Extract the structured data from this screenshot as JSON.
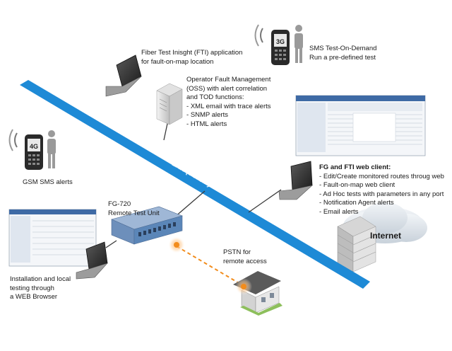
{
  "lan": {
    "label": "LAN (TCP/IP)"
  },
  "internet": {
    "label": "Internet"
  },
  "fti_app": {
    "lines": [
      "Fiber Test Inisght (FTI) application",
      "for fault-on-map location"
    ]
  },
  "sms_tod": {
    "lines": [
      "SMS Test-On-Demand",
      "Run a pre-defined test"
    ],
    "phone_badge": "3G"
  },
  "oss": {
    "title_lines": [
      "Operator Fault Management",
      "(OSS) with alert correlation",
      "and TOD functions:"
    ],
    "items": [
      "XML email with trace alerts",
      "SNMP alerts",
      "HTML alerts"
    ]
  },
  "gsm": {
    "label": "GSM SMS alerts",
    "phone_badge": "4G"
  },
  "web_client": {
    "title": "FG and FTI web client:",
    "items": [
      "Edit/Create monitored routes throug web",
      "Fault-on-map web client",
      "Ad Hoc tests with parameters in any port",
      "Notification Agent alerts",
      "Email alerts"
    ]
  },
  "rtu": {
    "lines": [
      "FG-720",
      "Remote Test Unit"
    ]
  },
  "pstn": {
    "lines": [
      "PSTN for",
      "remote access"
    ]
  },
  "local": {
    "lines": [
      "Installation and local",
      "testing through",
      "a WEB Browser"
    ]
  },
  "colors": {
    "lan_band": "#1e8ad6",
    "link_dash": "#f28c1c",
    "cloud": "#dde4ea",
    "rtu_blue": "#5b86b8"
  }
}
